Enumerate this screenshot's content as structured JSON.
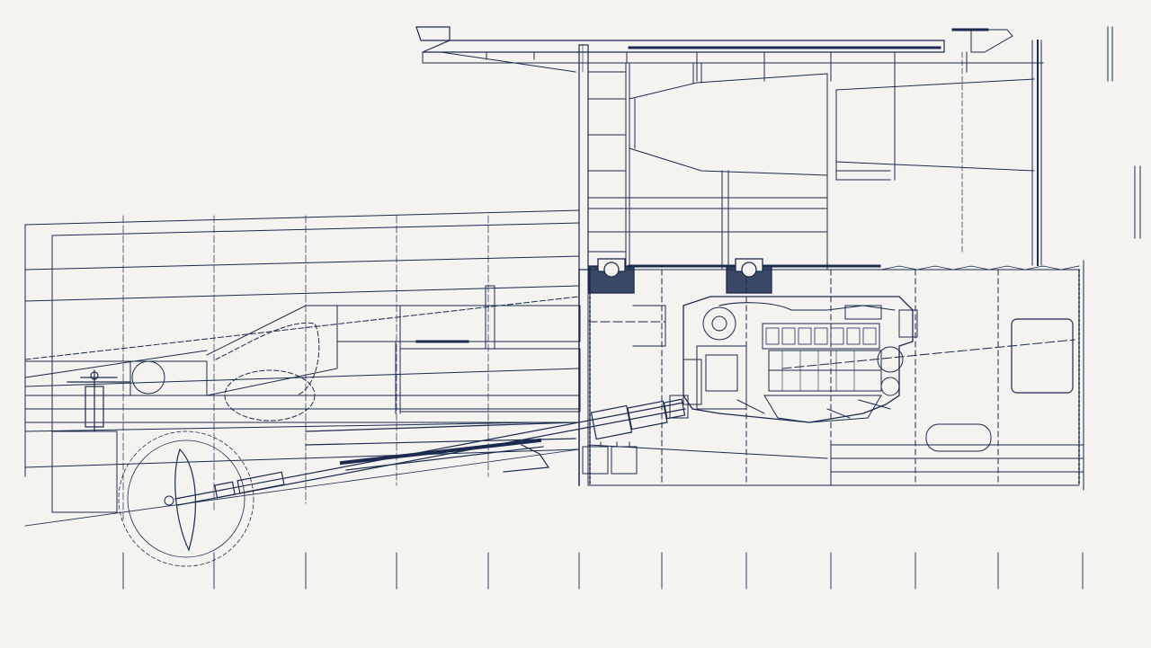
{
  "drawing": {
    "background_color": "#f4f3ef",
    "line_color": "#1b2a4e",
    "components": [
      "hull",
      "superstructure",
      "engine",
      "propeller-shaft",
      "propeller",
      "rudder",
      "mounts",
      "fuel-tank",
      "batteries",
      "station-ticks"
    ]
  }
}
